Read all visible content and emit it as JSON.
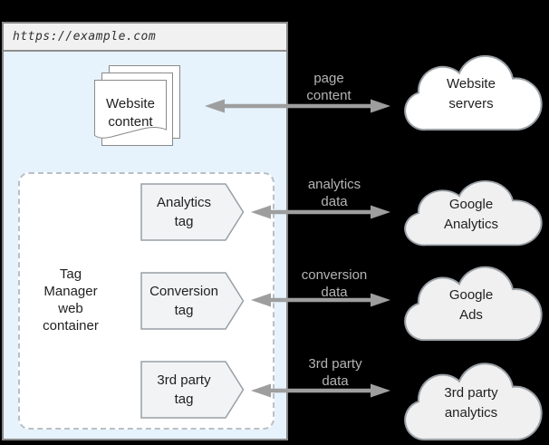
{
  "browser_window": {
    "url": "https://example.com",
    "document_stack": {
      "label": "Website\ncontent"
    },
    "tag_container": {
      "label": "Tag\nManager\nweb\ncontainer",
      "tags": [
        {
          "label": "Analytics\ntag"
        },
        {
          "label": "Conversion\ntag"
        },
        {
          "label": "3rd party\ntag"
        }
      ]
    }
  },
  "flows": [
    {
      "label": "page\ncontent"
    },
    {
      "label": "analytics\ndata"
    },
    {
      "label": "conversion\ndata"
    },
    {
      "label": "3rd party\ndata"
    }
  ],
  "clouds": [
    {
      "label": "Website\nservers"
    },
    {
      "label": "Google\nAnalytics"
    },
    {
      "label": "Google\nAds"
    },
    {
      "label": "3rd party\nanalytics"
    }
  ],
  "colors": {
    "background": "#000000",
    "page_background": "#e6f2fc",
    "url_bar_background": "#f1f1f1",
    "window_border": "#878787",
    "dashed_border": "#b9c0c6",
    "tag_fill": "#f1f3f4",
    "shape_border": "#9aa0a6",
    "cloud_fill": "#ffffff",
    "cloud_fill_alt": "#f0f0f0",
    "arrow": "#9e9e9e",
    "flow_label_text": "#b4b4b4",
    "text": "#1f1f1f"
  }
}
